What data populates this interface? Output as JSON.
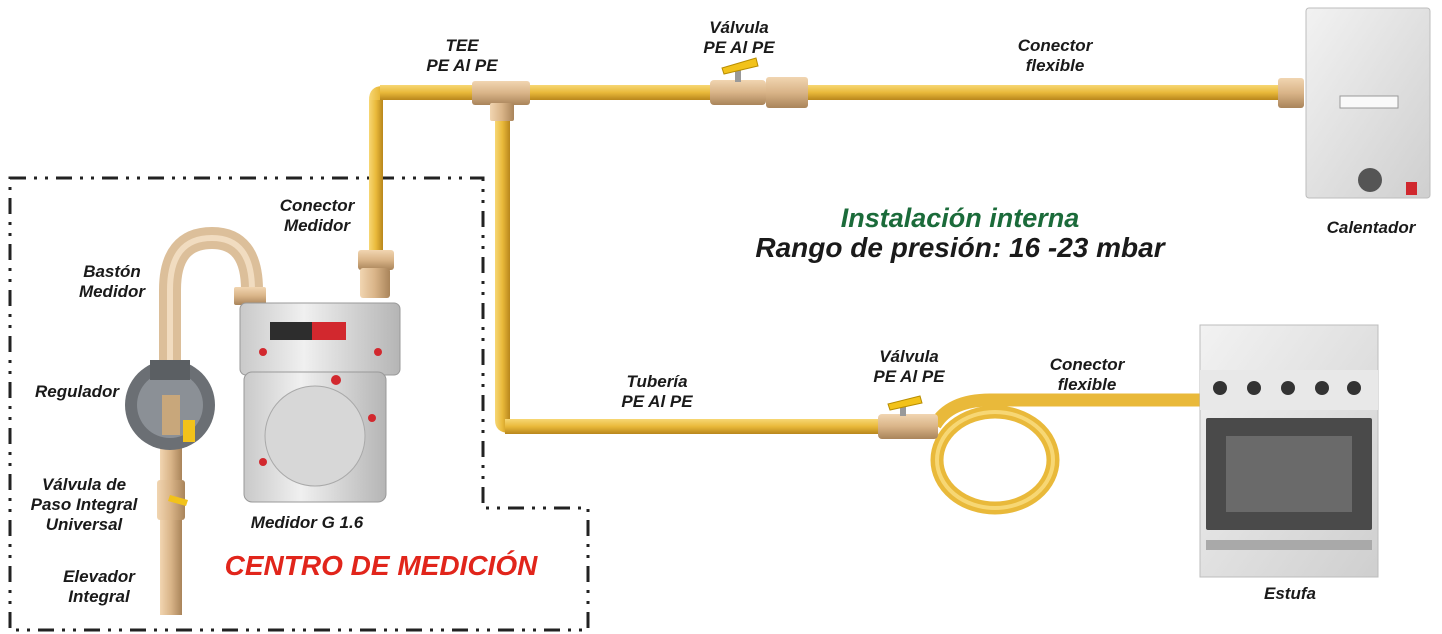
{
  "title": "Instalación interna",
  "subtitle": "Rango de presión: 16 -23 mbar",
  "zone_label": "CENTRO DE MEDICIÓN",
  "labels": {
    "tee": [
      "TEE",
      "PE Al  PE"
    ],
    "valve_top": [
      "Válvula",
      "PE Al  PE"
    ],
    "flex_top": [
      "Conector",
      "flexible"
    ],
    "calentador": "Calentador",
    "conector_medidor": [
      "Conector",
      "Medidor"
    ],
    "baston": [
      "Bastón",
      "Medidor"
    ],
    "regulador": "Regulador",
    "valvula_paso": [
      "Válvula de",
      "Paso Integral",
      "Universal"
    ],
    "elevador": [
      "Elevador",
      "Integral"
    ],
    "medidor": "Medidor G 1.6",
    "tuberia": [
      "Tubería",
      "PE Al  PE"
    ],
    "valve_bottom": [
      "Válvula",
      "PE Al  PE"
    ],
    "flex_bottom": [
      "Conector",
      "flexible"
    ],
    "estufa": "Estufa"
  },
  "colors": {
    "pipe": "#e9b93a",
    "brass": "#d9b488",
    "title_green": "#1b6b3a",
    "zone_red": "#e1251b",
    "dash": "#222222"
  }
}
